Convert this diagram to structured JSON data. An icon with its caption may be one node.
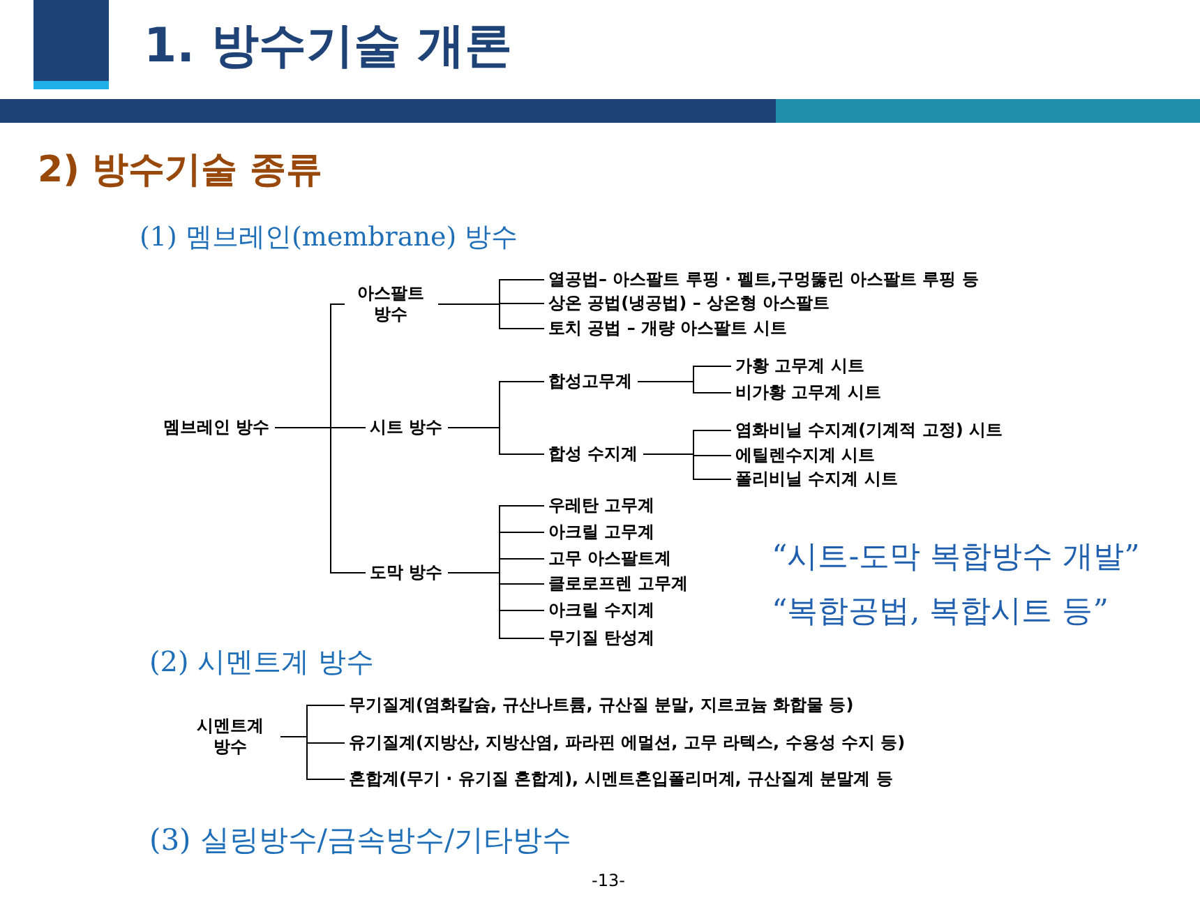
{
  "diagram": {
    "title": "1. 방수기술 개론",
    "nodes": [
      {
        "text": [
          "멤브레인 방수"
        ]
      },
      {
        "text": [
          "아스팔트 방수"
        ]
      },
      {
        "text": [
          "열공법– 아스팔트 루핑 · 펠트,구멍뚫린 아스팔트 루핑 등"
        ]
      },
      {
        "text": [
          "상온 공법(냉공법) – 상온형 아스팔트"
        ]
      },
      {
        "text": [
          "토치 공법 – 개량 아스팔트 시트"
        ]
      },
      {
        "text": [
          "시트 방수"
        ]
      },
      {
        "text": [
          "합성고무계"
        ]
      },
      {
        "text": [
          "가황 고무계 시트"
        ]
      },
      {
        "text": [
          "비가황 고무계 시트"
        ]
      },
      {
        "text": [
          "합성 수지계"
        ]
      },
      {
        "text": [
          "염화비닐 수지계(기계적 고정) 시트"
        ]
      },
      {
        "text": [
          "에틸렌수지계 시트"
        ]
      },
      {
        "text": [
          "폴리비닐 수지계 시트"
        ]
      },
      {
        "text": [
          "도막 방수"
        ]
      },
      {
        "text": [
          "우레탄 고무계"
        ]
      },
      {
        "text": [
          "아크릴 고무계"
        ]
      },
      {
        "text": [
          "고무 아스팔트계"
        ]
      },
      {
        "text": [
          "클로로프렌 고무계"
        ]
      },
      {
        "text": [
          "아크릴 수지계"
        ]
      },
      {
        "text": [
          "무기질 탄성계"
        ]
      },
      {
        "text": [
          "시멘트계 방수"
        ]
      },
      {
        "text": [
          "무기질계(염화칼슘, 규산나트륨, 규산질 분말, 지르코늄 화합물 등)"
        ]
      },
      {
        "text": [
          "유기질계(지방산, 지방산염, 파라핀 에멀션, 고무 라텍스, 수용성 수지 등)"
        ]
      },
      {
        "text": [
          "혼합계(무기 · 유기질 혼합계), 시멘트혼입폴리머계, 규산질계 분말계 등"
        ]
      }
    ],
    "edges": [
      {
        "from": 0,
        "to": 1,
        "arrow": "none"
      },
      {
        "from": 0,
        "to": 5,
        "arrow": "none"
      },
      {
        "from": 0,
        "to": 13,
        "arrow": "none"
      },
      {
        "from": 1,
        "to": 2,
        "arrow": "none"
      },
      {
        "from": 1,
        "to": 3,
        "arrow": "none"
      },
      {
        "from": 1,
        "to": 4,
        "arrow": "none"
      },
      {
        "from": 5,
        "to": 6,
        "arrow": "none"
      },
      {
        "from": 5,
        "to": 9,
        "arrow": "none"
      },
      {
        "from": 6,
        "to": 7,
        "arrow": "none"
      },
      {
        "from": 6,
        "to": 8,
        "arrow": "none"
      },
      {
        "from": 9,
        "to": 10,
        "arrow": "none"
      },
      {
        "from": 9,
        "to": 11,
        "arrow": "none"
      },
      {
        "from": 9,
        "to": 12,
        "arrow": "none"
      },
      {
        "from": 13,
        "to": 14,
        "arrow": "none"
      },
      {
        "from": 13,
        "to": 15,
        "arrow": "none"
      },
      {
        "from": 13,
        "to": 16,
        "arrow": "none"
      },
      {
        "from": 13,
        "to": 17,
        "arrow": "none"
      },
      {
        "from": 13,
        "to": 18,
        "arrow": "none"
      },
      {
        "from": 13,
        "to": 19,
        "arrow": "none"
      },
      {
        "from": 20,
        "to": 21,
        "arrow": "none"
      },
      {
        "from": 20,
        "to": 22,
        "arrow": "none"
      },
      {
        "from": 20,
        "to": 23,
        "arrow": "none"
      }
    ],
    "labels": [
      "2) 방수기술 종류",
      "(1) 멤브레인(membrane) 방수",
      "“시트-도막 복합방수 개발”",
      "“복합공법, 복합시트 등”",
      "(2) 시멘트계 방수",
      "(3) 실링방수/금속방수/기타방수",
      "-13-"
    ]
  }
}
